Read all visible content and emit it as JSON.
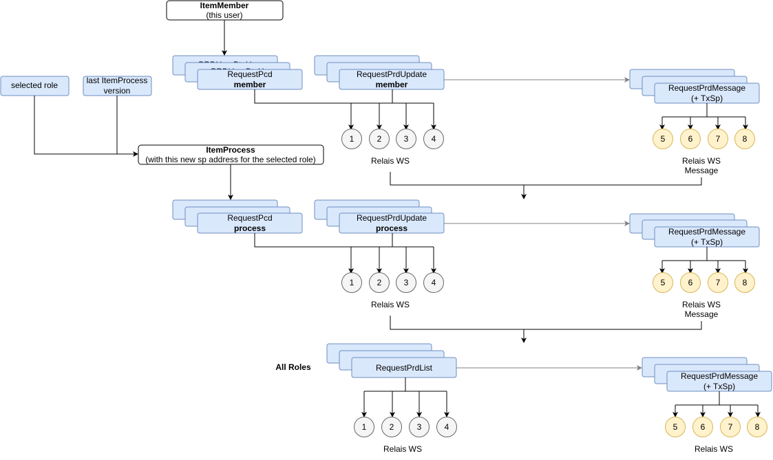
{
  "colors": {
    "box_fill": "#dae8fc",
    "box_stroke": "#6c8ebf",
    "ws_circle_fill": "#f5f5f5",
    "ws_circle_stroke": "#666666",
    "msg_circle_fill": "#fff2cc",
    "msg_circle_stroke": "#d6b656",
    "line": "#000000",
    "grey_arrow": "#808080"
  },
  "nodes": {
    "item_member_title": "ItemMember",
    "item_member_sub": "(this user)",
    "selected_role": "selected role",
    "last_itemprocess_l1": "last ItemProcess",
    "last_itemprocess_l2": "version",
    "item_process_title": "ItemProcess",
    "item_process_sub": "(with this new sp  address for the selected role)",
    "hidden_back_1": "PRDUserBtoU",
    "hidden_back_2": "PRDUserBtoU",
    "rowA": {
      "pcd_l1": "RequestPcd",
      "pcd_l2": "member",
      "upd_l1": "RequestPrdUpdate",
      "upd_l2": "member",
      "msg_l1": "RequestPrdMessage",
      "msg_l2": "(+ TxSp)",
      "ws_label": "Relais WS",
      "msg_label_l1": "Relais WS",
      "msg_label_l2": "Message"
    },
    "rowB": {
      "pcd_l1": "RequestPcd",
      "pcd_l2": "process",
      "upd_l1": "RequestPrdUpdate",
      "upd_l2": "process",
      "msg_l1": "RequestPrdMessage",
      "msg_l2": "(+ TxSp)",
      "ws_label": "Relais WS",
      "msg_label_l1": "Relais WS",
      "msg_label_l2": "Message"
    },
    "rowC": {
      "all_roles": "All Roles",
      "list_l1": "RequestPrdList",
      "msg_l1": "RequestPrdMessage",
      "msg_l2": "(+ TxSp)",
      "ws_label": "Relais WS",
      "msg_label": "Relais WS"
    },
    "ws_numbers": [
      "1",
      "2",
      "3",
      "4"
    ],
    "msg_numbers": [
      "5",
      "6",
      "7",
      "8"
    ]
  }
}
